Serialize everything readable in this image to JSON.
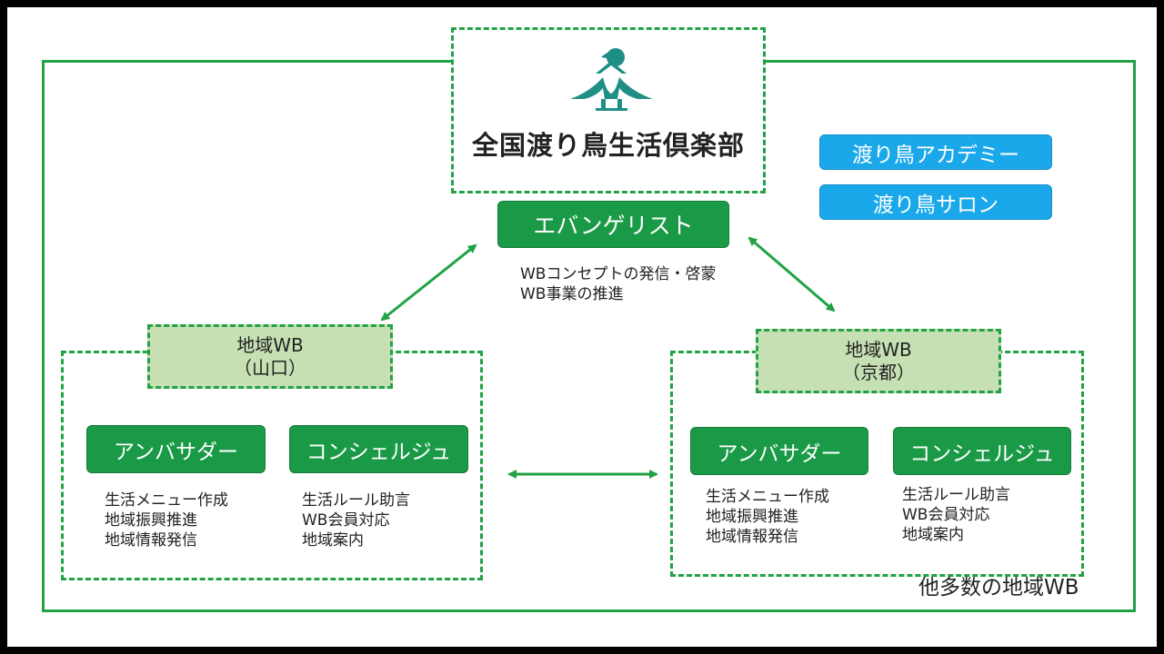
{
  "club": {
    "title": "全国渡り鳥生活倶楽部"
  },
  "side_buttons": [
    {
      "label": "渡り鳥アカデミー"
    },
    {
      "label": "渡り鳥サロン"
    }
  ],
  "evangelist": {
    "label": "エバンゲリスト",
    "desc": [
      "WBコンセプトの発信・啓蒙",
      "WB事業の推進"
    ]
  },
  "regions": [
    {
      "line1": "地域WB",
      "line2": "（山口）",
      "ambassador": {
        "label": "アンバサダー",
        "desc": [
          "生活メニュー作成",
          "地域振興推進",
          "地域情報発信"
        ]
      },
      "concierge": {
        "label": "コンシェルジュ",
        "desc": [
          "生活ルール助言",
          "WB会員対応",
          "地域案内"
        ]
      }
    },
    {
      "line1": "地域WB",
      "line2": "（京都）",
      "ambassador": {
        "label": "アンバサダー",
        "desc": [
          "生活メニュー作成",
          "地域振興推進",
          "地域情報発信"
        ]
      },
      "concierge": {
        "label": "コンシェルジュ",
        "desc": [
          "生活ルール助言",
          "WB会員対応",
          "地域案内"
        ]
      }
    }
  ],
  "other_regions": "他多数の地域WB",
  "colors": {
    "green": "#1a9a46",
    "blue": "#1ba8ea",
    "light_green": "#c6e0b3",
    "dash": "#21a245"
  }
}
